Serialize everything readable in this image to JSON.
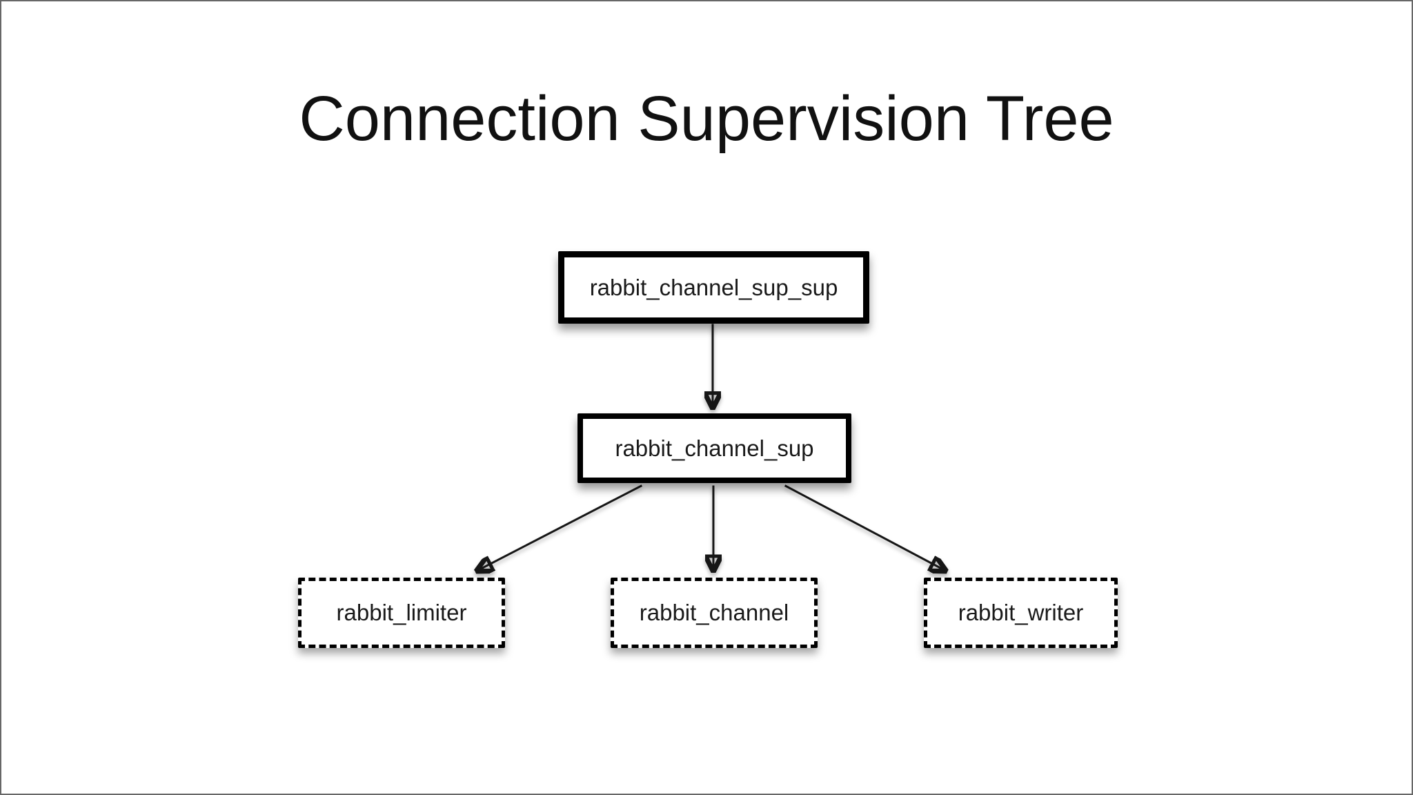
{
  "slide": {
    "title": "Connection Supervision Tree"
  },
  "diagram": {
    "nodes": [
      {
        "id": "rabbit_channel_sup_sup",
        "label": "rabbit_channel_sup_sup",
        "border": "solid"
      },
      {
        "id": "rabbit_channel_sup",
        "label": "rabbit_channel_sup",
        "border": "solid"
      },
      {
        "id": "rabbit_limiter",
        "label": "rabbit_limiter",
        "border": "dashed"
      },
      {
        "id": "rabbit_channel",
        "label": "rabbit_channel",
        "border": "dashed"
      },
      {
        "id": "rabbit_writer",
        "label": "rabbit_writer",
        "border": "dashed"
      }
    ],
    "edges": [
      {
        "from": "rabbit_channel_sup_sup",
        "to": "rabbit_channel_sup"
      },
      {
        "from": "rabbit_channel_sup",
        "to": "rabbit_limiter"
      },
      {
        "from": "rabbit_channel_sup",
        "to": "rabbit_channel"
      },
      {
        "from": "rabbit_channel_sup",
        "to": "rabbit_writer"
      }
    ]
  },
  "colors": {
    "background": "#ffffff",
    "node_fill": "#ffffff",
    "node_border": "#000000",
    "text": "#1a1a1a",
    "edge": "#141414",
    "frame_border": "#676767"
  }
}
